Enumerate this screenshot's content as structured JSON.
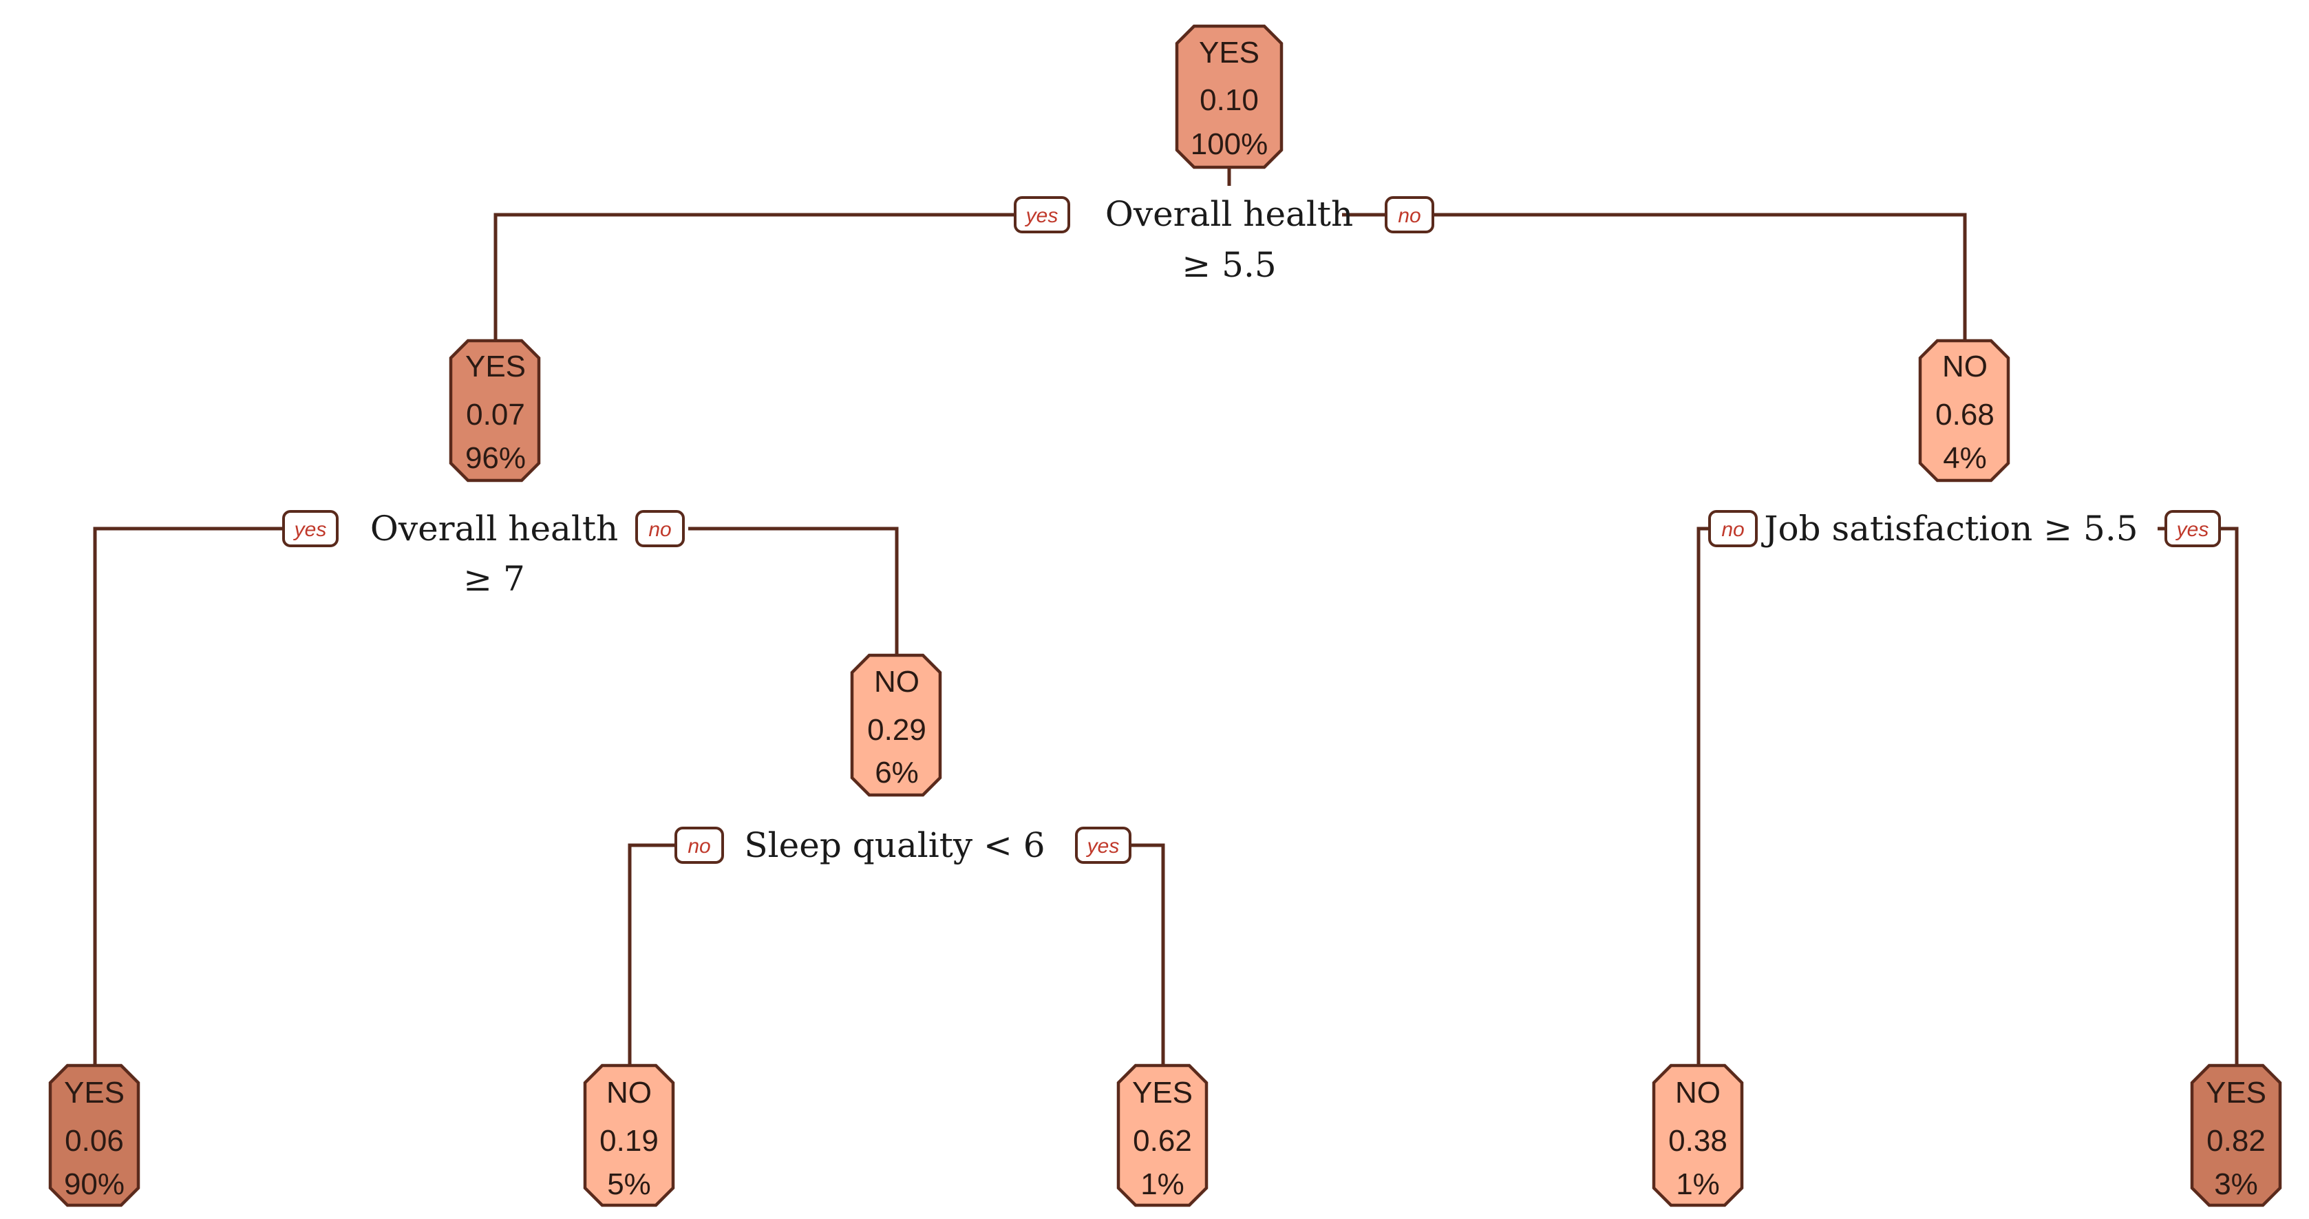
{
  "colors": {
    "edge": "#5a2a1c",
    "split_text": "#1a1a1a",
    "branch_label": "#c0392b",
    "fill_scale": [
      "#c9795c",
      "#d9876a",
      "#e8967a",
      "#f7a688",
      "#ffb495"
    ]
  },
  "nodes": {
    "root": {
      "class": "YES",
      "prob": "0.10",
      "pct": "100%",
      "fill": "#e8967a"
    },
    "n2": {
      "class": "YES",
      "prob": "0.07",
      "pct": "96%",
      "fill": "#d9876a"
    },
    "n3": {
      "class": "NO",
      "prob": "0.68",
      "pct": "4%",
      "fill": "#ffb495"
    },
    "n5": {
      "class": "NO",
      "prob": "0.29",
      "pct": "6%",
      "fill": "#ffb495"
    },
    "n7": {
      "class": "NO",
      "prob": "0.19",
      "pct": "5%",
      "fill": "#ffb495"
    },
    "n6": {
      "class": "YES",
      "prob": "0.62",
      "pct": "1%",
      "fill": "#ffb495"
    },
    "leaf1": {
      "class": "YES",
      "prob": "0.06",
      "pct": "90%",
      "fill": "#c9795c"
    },
    "leaf5": {
      "class": "NO",
      "prob": "0.38",
      "pct": "1%",
      "fill": "#ffb495"
    },
    "leaf6": {
      "class": "YES",
      "prob": "0.82",
      "pct": "3%",
      "fill": "#c9795c"
    }
  },
  "splits": {
    "root": {
      "line1": "Overall health",
      "line2": "≥ 5.5"
    },
    "n2": {
      "line1": "Overall health",
      "line2": "≥ 7"
    },
    "n5": {
      "line1": "Sleep quality < 6"
    },
    "n3": {
      "line1": "Job satisfaction ≥ 5.5"
    }
  },
  "branch_labels": {
    "yes": "yes",
    "no": "no"
  }
}
